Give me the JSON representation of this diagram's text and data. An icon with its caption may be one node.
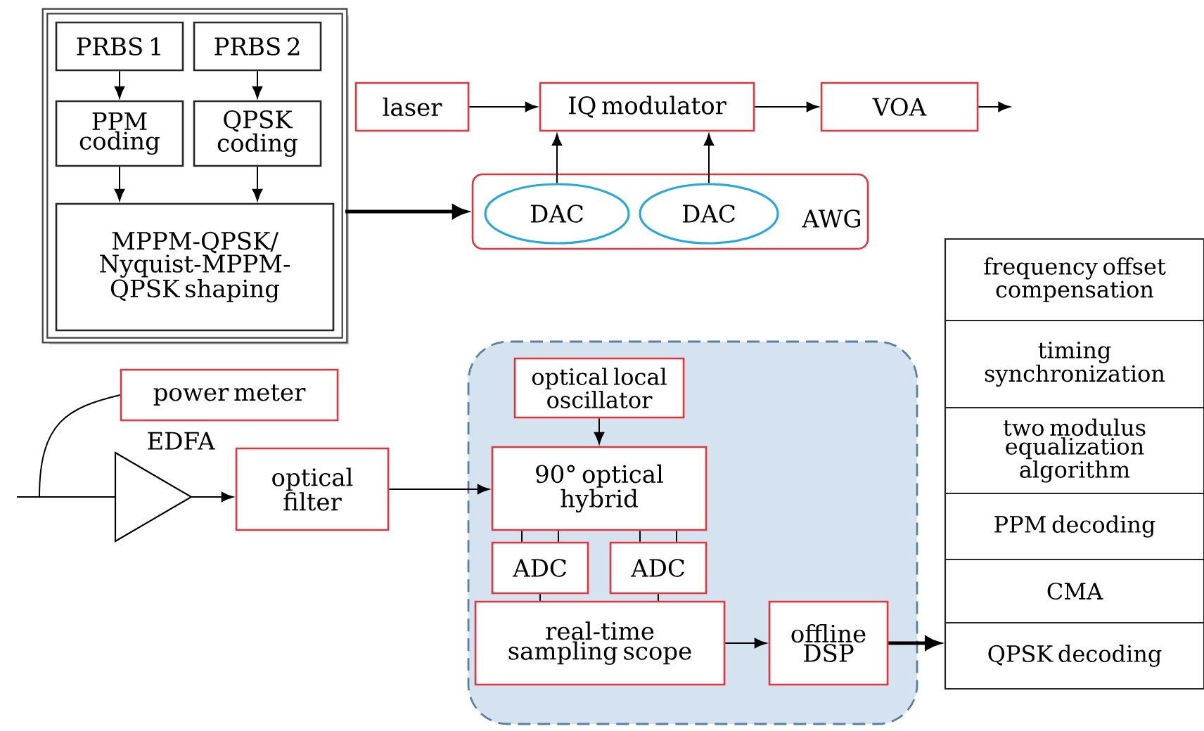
{
  "diagram": {
    "nodes": [
      {
        "text": [],
        "shape": "box"
      },
      {
        "text": [
          "PRBS 1"
        ],
        "in": 0
      },
      {
        "text": [
          "PRBS 2"
        ],
        "in": 0
      },
      {
        "text": [
          "PPM coding"
        ],
        "in": 0
      },
      {
        "text": [
          "QPSK coding"
        ],
        "in": 0
      },
      {
        "text": [
          "MPPM-QPSK/ Nyquist-MPPM-QPSK shaping"
        ],
        "in": 0
      },
      {
        "text": [
          "laser"
        ]
      },
      {
        "text": [
          "IQ modulator"
        ]
      },
      {
        "text": [
          "VOA"
        ]
      },
      {
        "text": [
          "AWG"
        ]
      },
      {
        "text": [
          "DAC"
        ],
        "in": 9
      },
      {
        "text": [
          "DAC"
        ],
        "in": 9
      },
      {
        "text": [
          "power meter"
        ]
      },
      {
        "text": [
          "EDFA"
        ]
      },
      {
        "text": [
          "optical filter"
        ]
      },
      {
        "text": [],
        "shape": "box"
      },
      {
        "text": [
          "optical local oscillator"
        ],
        "in": 15
      },
      {
        "text": [
          "90° optical hybrid"
        ],
        "in": 15
      },
      {
        "text": [
          "ADC"
        ],
        "in": 15
      },
      {
        "text": [
          "ADC"
        ],
        "in": 15
      },
      {
        "text": [
          "real-time sampling scope"
        ],
        "in": 15
      },
      {
        "text": [
          "offline DSP"
        ],
        "in": 15
      },
      {
        "text": [
          "frequency offset compensation"
        ]
      },
      {
        "text": [
          "timing synchronization"
        ]
      },
      {
        "text": [
          "two modulus equalization algorithm"
        ]
      },
      {
        "text": [
          "PPM decoding"
        ]
      },
      {
        "text": [
          "CMA"
        ]
      },
      {
        "text": [
          "QPSK decoding"
        ]
      }
    ],
    "edges": [
      {
        "from": 1,
        "to": 3,
        "arrow": "to"
      },
      {
        "from": 2,
        "to": 4,
        "arrow": "to"
      },
      {
        "from": 3,
        "to": 5,
        "arrow": "to"
      },
      {
        "from": 4,
        "to": 5,
        "arrow": "to"
      },
      {
        "from": 0,
        "to": 9,
        "arrow": "to",
        "style": "thick"
      },
      {
        "from": 6,
        "to": 7,
        "arrow": "to"
      },
      {
        "from": 7,
        "to": 8,
        "arrow": "to"
      },
      {
        "from": 8,
        "to": null,
        "arrow": "to"
      },
      {
        "from": 10,
        "to": 7,
        "arrow": "to"
      },
      {
        "from": 11,
        "to": 7,
        "arrow": "to"
      },
      {
        "from": null,
        "to": 13,
        "arrow": "none"
      },
      {
        "from": null,
        "to": 12,
        "arrow": "none"
      },
      {
        "from": 13,
        "to": 14,
        "arrow": "to"
      },
      {
        "from": 14,
        "to": 17,
        "arrow": "to"
      },
      {
        "from": 16,
        "to": 17,
        "arrow": "to"
      },
      {
        "from": 17,
        "to": 18,
        "arrow": "none"
      },
      {
        "from": 17,
        "to": 19,
        "arrow": "none"
      },
      {
        "from": 18,
        "to": 20,
        "arrow": "none"
      },
      {
        "from": 19,
        "to": 20,
        "arrow": "none"
      },
      {
        "from": 20,
        "to": 21,
        "arrow": "to"
      },
      {
        "from": 21,
        "to": 27,
        "arrow": "to",
        "style": "thick"
      }
    ]
  }
}
